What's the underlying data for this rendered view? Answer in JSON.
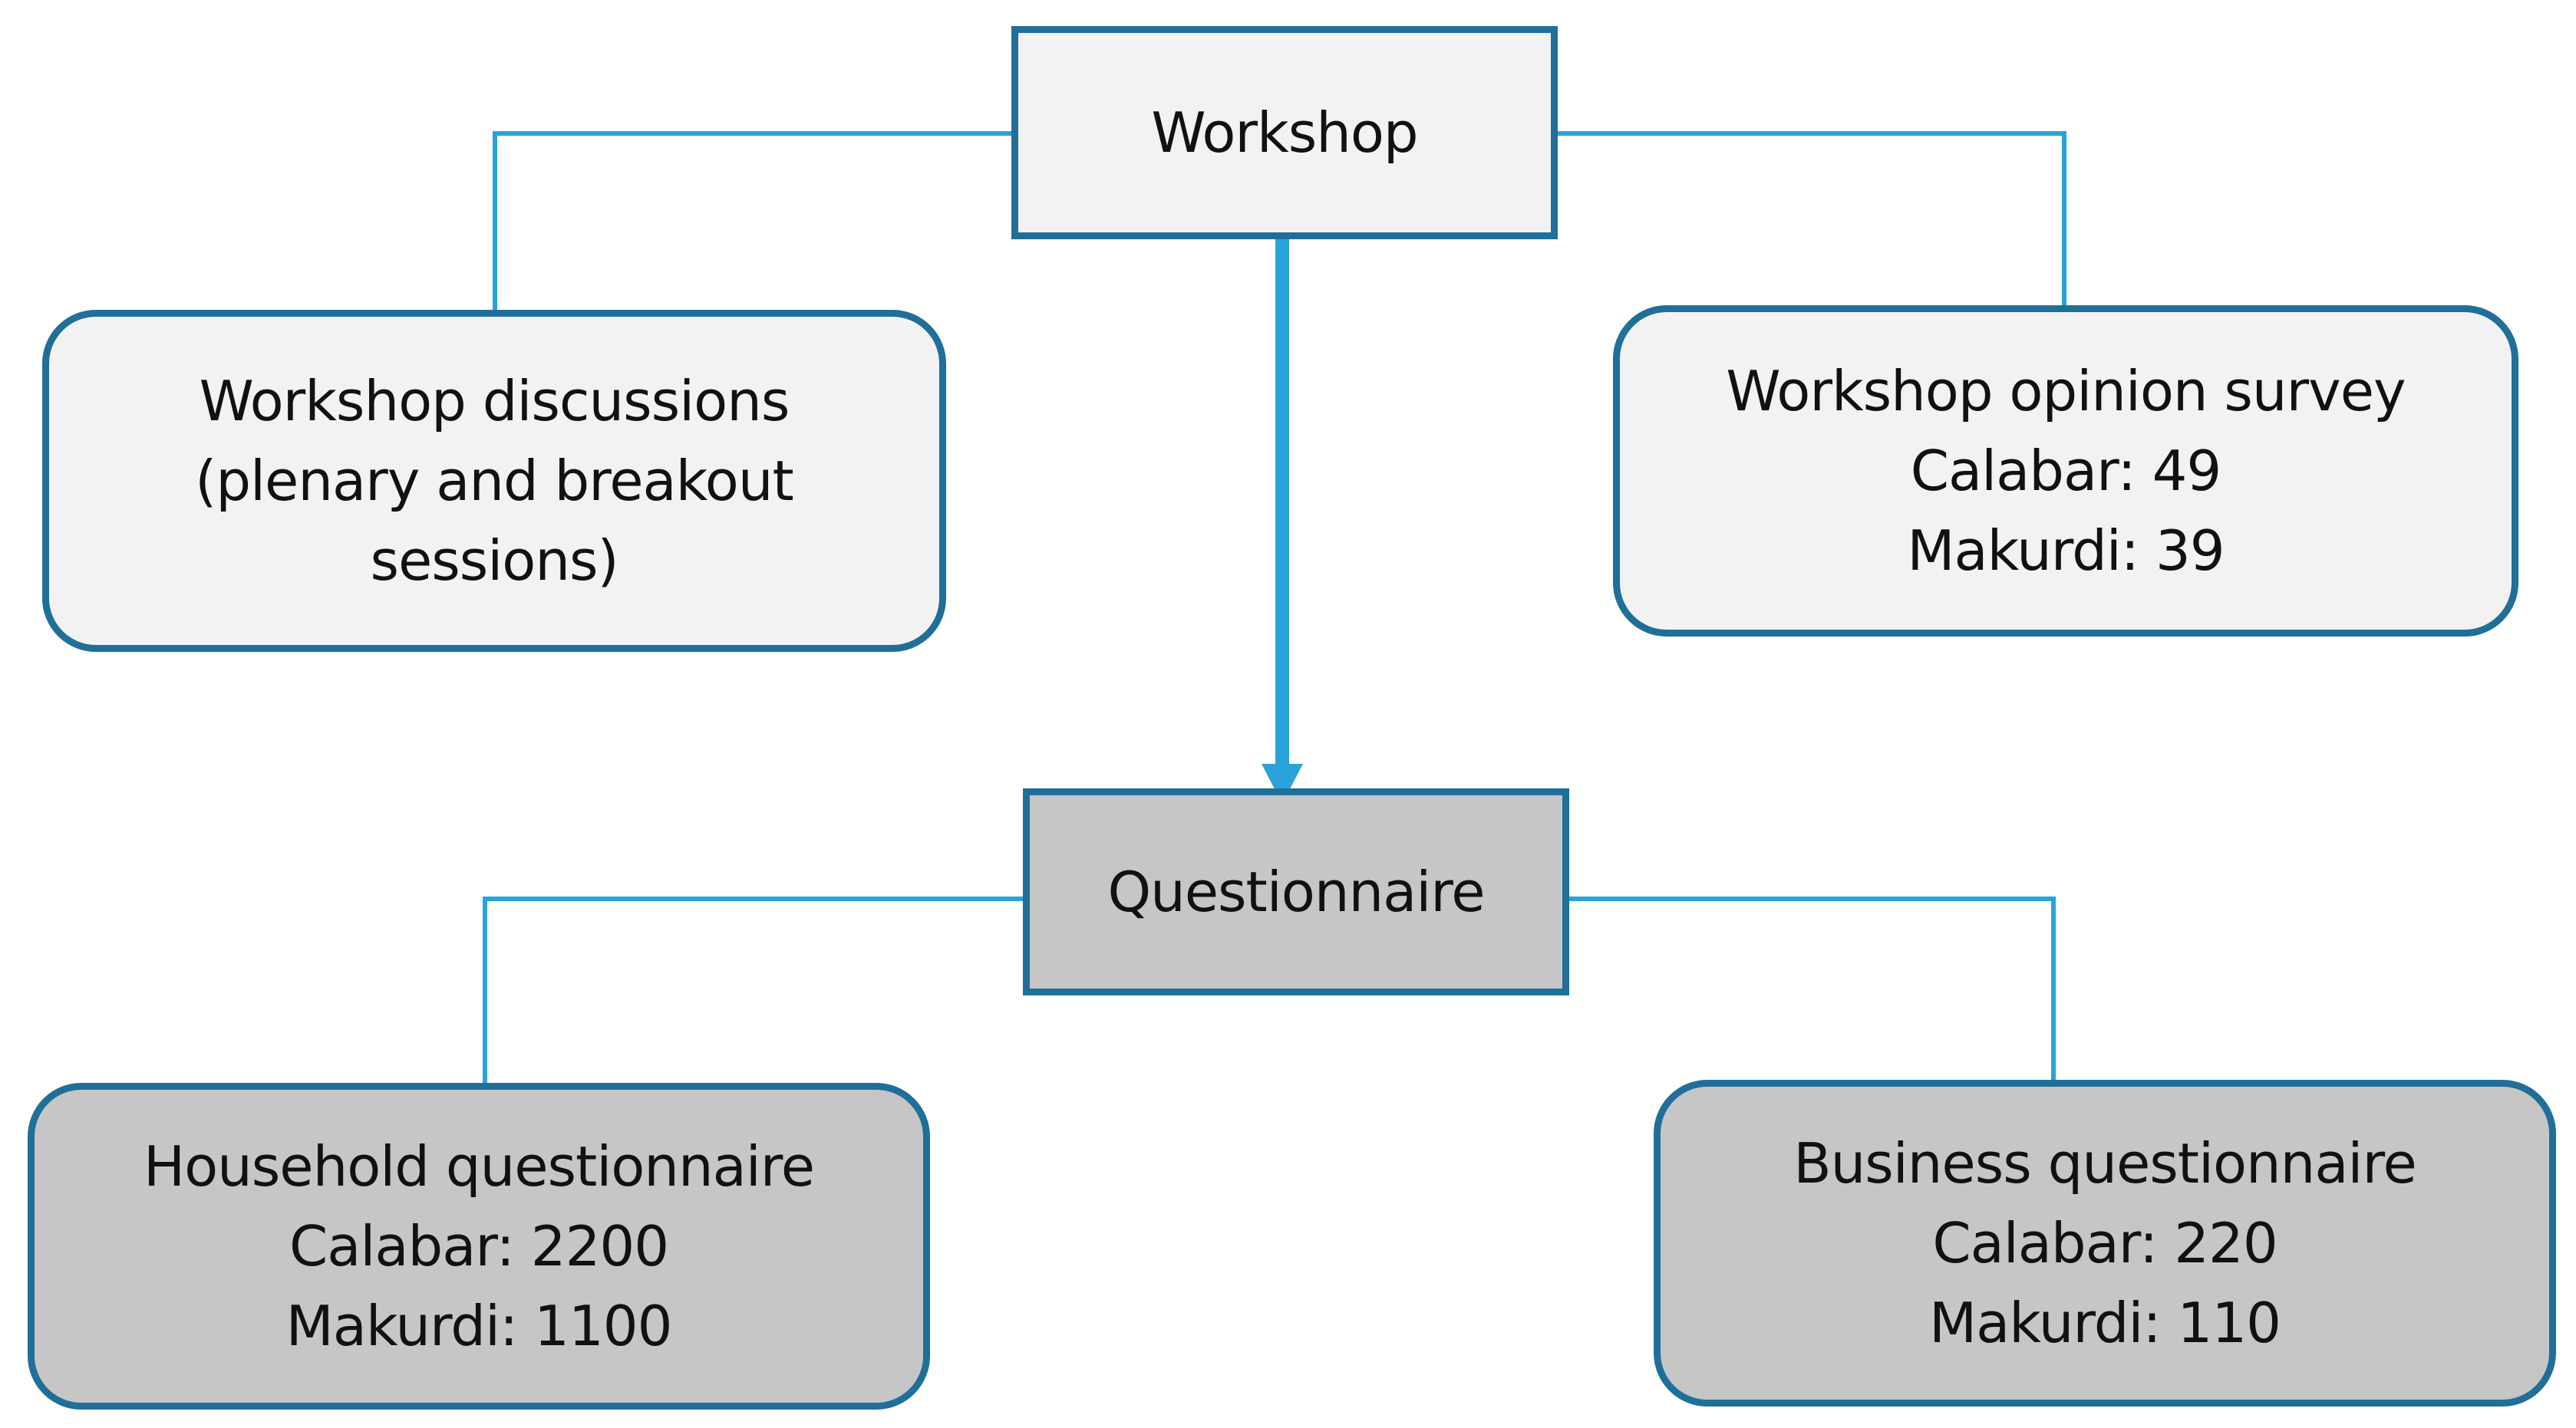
{
  "diagram": {
    "workshop": {
      "title": "Workshop"
    },
    "discussions": {
      "lines": [
        "Workshop discussions",
        "(plenary and breakout",
        "sessions)"
      ]
    },
    "opinion_survey": {
      "title": "Workshop opinion survey",
      "calabar": "Calabar: 49",
      "makurdi": "Makurdi: 39"
    },
    "questionnaire": {
      "title": "Questionnaire"
    },
    "household": {
      "title": "Household questionnaire",
      "calabar": "Calabar: 2200",
      "makurdi": "Makurdi: 1100"
    },
    "business": {
      "title": "Business questionnaire",
      "calabar": "Calabar: 220",
      "makurdi": "Makurdi: 110"
    }
  },
  "colors": {
    "border": "#1f6f99",
    "connector": "#29a3d9",
    "light_fill": "#f2f2f2",
    "dark_fill": "#c6c6c6"
  }
}
